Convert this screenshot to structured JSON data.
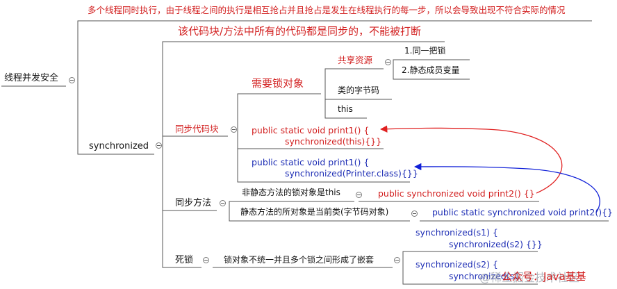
{
  "root": {
    "label": "线程并发安全"
  },
  "issue_note": "多个线程同时执行，由于线程之间的执行是相互抢占并且抢占是发生在线程执行的每一步，所以会导致出现不符合实际的情况",
  "sync": {
    "label": "synchronized",
    "desc": "该代码块/方法中所有的代码都是同步的，不能被打断",
    "block": {
      "label": "同步代码块",
      "lock_title": "需要锁对象",
      "shared": "共享资源",
      "shared_items": [
        "1.同一把锁",
        "2.静态成员变量"
      ],
      "bytecode": "类的字节码",
      "this": "this",
      "code1": [
        "public static void print1() {",
        "synchronized(this){}}"
      ],
      "code2": [
        "public static void print1() {",
        "synchronized(Printer.class){}}"
      ]
    },
    "method": {
      "label": "同步方法",
      "nonstatic": "非静态方法的锁对象是this",
      "nonstatic_code": "public synchronized void print2() {}",
      "static": "静态方法的所对象是当前类(字节码对象)",
      "static_code": "public static synchronized void print2(){}"
    },
    "deadlock": {
      "label": "死锁",
      "desc": "锁对象不统一并且多个锁之间形成了嵌套",
      "code1": [
        "synchronized(s1) {",
        "synchronized(s2) {}}"
      ],
      "code2": [
        "synchronized(s2) {",
        "synchronized(s1"
      ]
    }
  },
  "watermark": "@稀土掘金技术社区",
  "overlay": "公众号：Java基基",
  "colors": {
    "line": "#555555",
    "red": "#d21f1f",
    "blue": "#1f2fb5",
    "arrow_red": "#e02020",
    "arrow_blue": "#1020d8"
  }
}
